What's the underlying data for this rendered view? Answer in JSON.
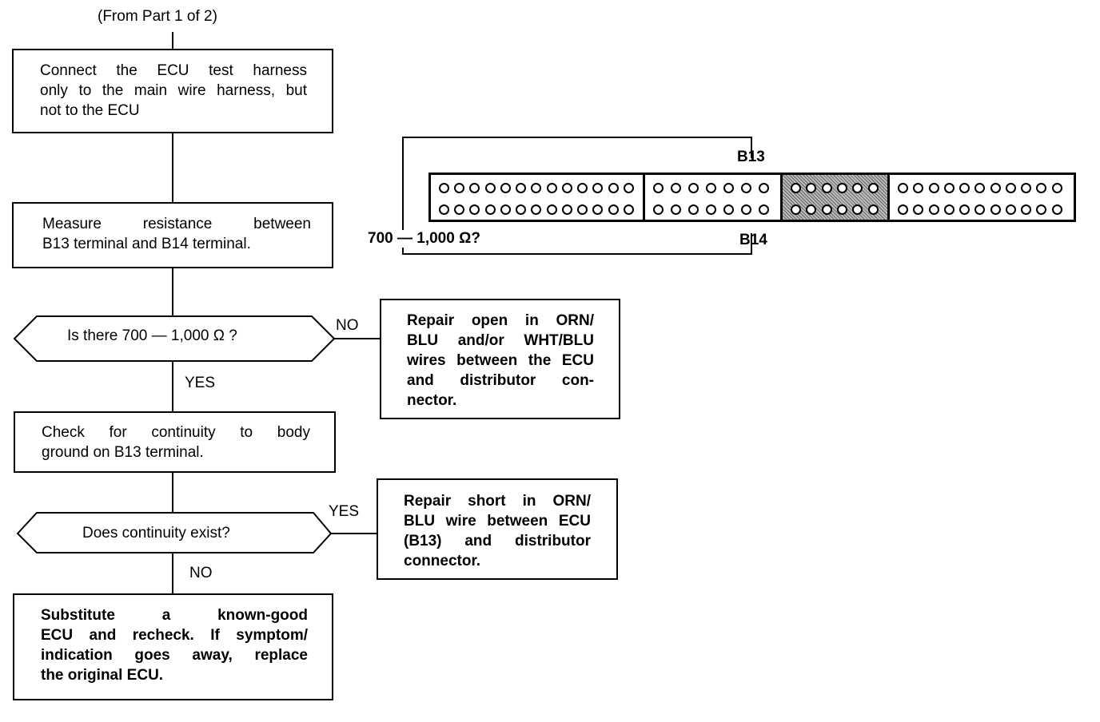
{
  "header": {
    "continuation": "(From Part 1 of 2)"
  },
  "steps": {
    "connect": [
      "Connect the ECU test harness",
      "only to the main wire harness, but",
      "not to the ECU"
    ],
    "measure": [
      "Measure resistance between",
      "B13 terminal and B14 terminal."
    ],
    "decision1": "Is there 700 — 1,000 Ω ?",
    "check": [
      "Check for continuity to body",
      "ground on B13 terminal."
    ],
    "decision2": "Does continuity exist?",
    "substitute": [
      "Substitute a known-good",
      "ECU and recheck. If symptom/",
      "indication goes away, replace",
      "the original ECU."
    ]
  },
  "branches": {
    "no1": "NO",
    "yes1": "YES",
    "yes2": "YES",
    "no2": "NO"
  },
  "repairs": {
    "open": [
      "Repair open in ORN/",
      "BLU and/or WHT/BLU",
      "wires between the ECU",
      "and distributor con-",
      "nector."
    ],
    "short": [
      "Repair short in ORN/",
      "BLU wire between ECU",
      "(B13) and distributor",
      "connector."
    ]
  },
  "connector": {
    "terminal_top": "B13",
    "terminal_bottom": "B14",
    "resistance_label": "700 — 1,000 Ω?",
    "sections": [
      {
        "rows": 2,
        "pins_per_row": 13,
        "shaded": false
      },
      {
        "rows": 2,
        "pins_per_row": 7,
        "shaded": false
      },
      {
        "rows": 2,
        "pins_per_row": 6,
        "shaded": true
      },
      {
        "rows": 2,
        "pins_per_row": 11,
        "shaded": false
      }
    ]
  }
}
